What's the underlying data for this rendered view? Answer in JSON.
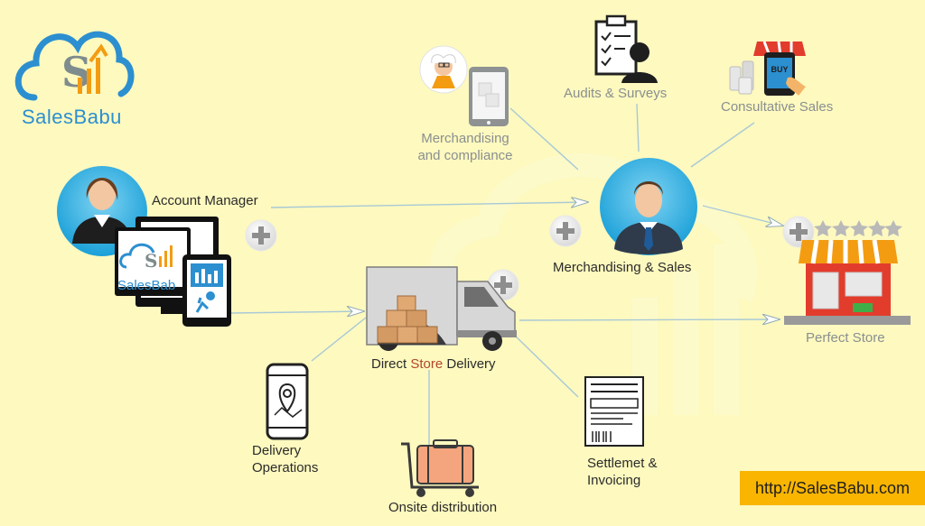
{
  "brand": {
    "name": "SalesBabu",
    "screen_logo_text": "SalesBab",
    "url": "http://SalesBabu.com"
  },
  "colors": {
    "background": "#fdf9bf",
    "brand_blue": "#2c8fd0",
    "accent_orange": "#f39c12",
    "url_box": "#f9b500",
    "connector": "#a9c9d6",
    "grey_text": "#8a8f90",
    "store_red": "#e23c2c"
  },
  "nodes": {
    "account_manager": {
      "label": "Account Manager"
    },
    "merchandising_sales": {
      "label": "Merchandising & Sales"
    },
    "merchandising_compliance": {
      "line1": "Merchandising",
      "line2": "and compliance"
    },
    "audits_surveys": {
      "label": "Audits & Surveys"
    },
    "consultative_sales": {
      "label": "Consultative Sales",
      "buy_badge": "BUY"
    },
    "perfect_store": {
      "label": "Perfect Store"
    },
    "direct_store_delivery": {
      "word1": "Direct",
      "word2": "Store",
      "word3": "Delivery"
    },
    "delivery_operations": {
      "line1": "Delivery",
      "line2": "Operations"
    },
    "onsite_distribution": {
      "label": "Onsite distribution"
    },
    "settlement_invoicing": {
      "line1": "Settlemet &",
      "line2": "Invoicing"
    }
  },
  "icons": [
    "salesbabu-cloud-logo",
    "account-manager-avatar-icon",
    "salesbabu-devices-icon",
    "plus-icon",
    "truck-icon",
    "boxes-icon",
    "smartphone-map-icon",
    "luggage-cart-icon",
    "receipt-icon",
    "tablet-icon",
    "professor-icon",
    "clipboard-user-icon",
    "shop-buy-icon",
    "salesman-avatar-icon",
    "store-icon",
    "star-icon"
  ]
}
